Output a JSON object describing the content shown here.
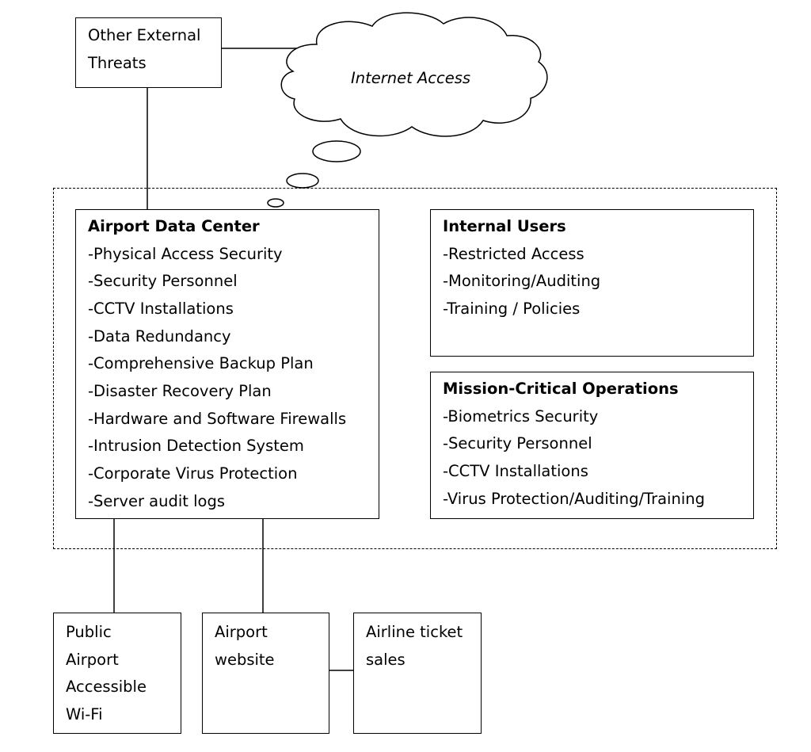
{
  "external_threats": {
    "lines": [
      "Other External",
      "Threats"
    ]
  },
  "cloud": {
    "label": "Internet Access"
  },
  "data_center": {
    "title": "Airport Data Center",
    "items": [
      "-Physical Access Security",
      "-Security Personnel",
      "-CCTV Installations",
      "-Data Redundancy",
      "-Comprehensive Backup Plan",
      "-Disaster Recovery Plan",
      "-Hardware and Software Firewalls",
      "-Intrusion Detection System",
      "-Corporate Virus Protection",
      "-Server audit logs"
    ]
  },
  "internal_users": {
    "title": "Internal Users",
    "items": [
      "-Restricted Access",
      "-Monitoring/Auditing",
      "-Training / Policies"
    ]
  },
  "mission_critical": {
    "title": "Mission-Critical Operations",
    "items": [
      "-Biometrics Security",
      "-Security Personnel",
      "-CCTV Installations",
      "-Virus Protection/Auditing/Training"
    ]
  },
  "public_wifi": {
    "lines": [
      "Public",
      "Airport",
      "Accessible",
      "Wi-Fi"
    ]
  },
  "airport_website": {
    "lines": [
      "Airport",
      "website"
    ]
  },
  "ticket_sales": {
    "lines": [
      "Airline ticket",
      "sales"
    ]
  }
}
